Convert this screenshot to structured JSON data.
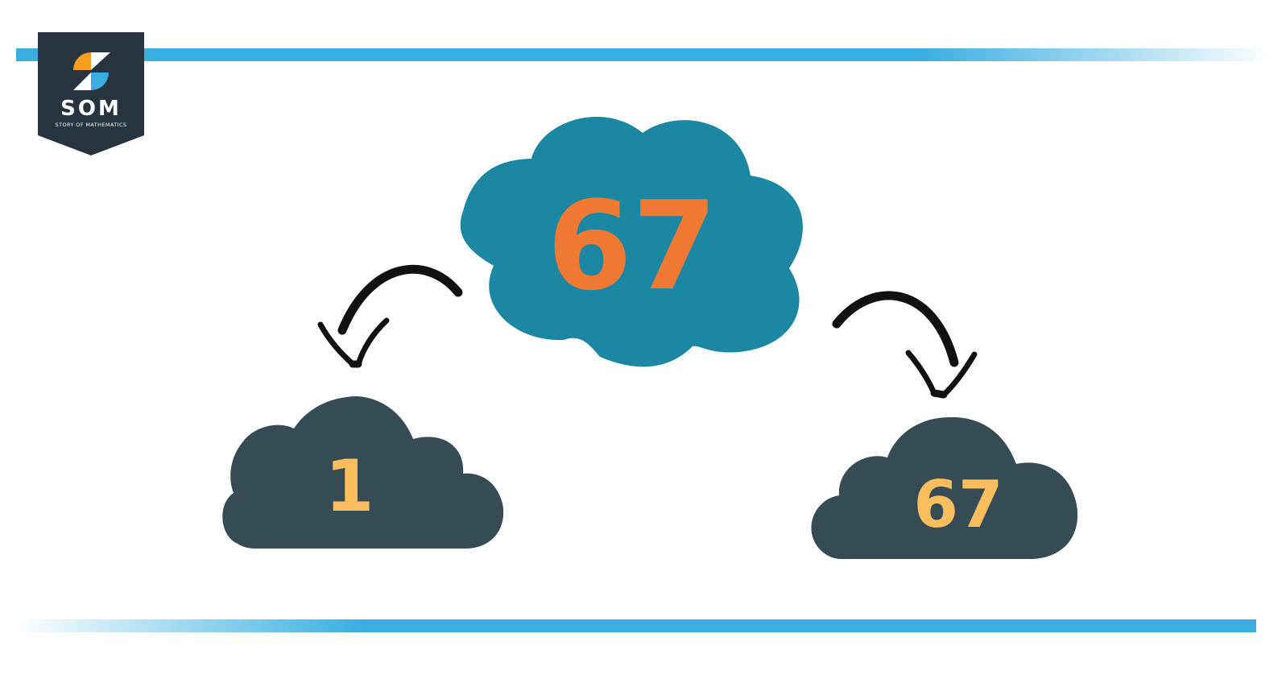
{
  "logo": {
    "name": "SOM",
    "tagline": "STORY OF MATHEMATICS"
  },
  "diagram": {
    "number": "67",
    "factors": [
      "1",
      "67"
    ]
  },
  "colors": {
    "band": "#3aaee0",
    "logo_bg": "#27343f",
    "top_cloud": "#1b87a2",
    "top_number": "#ef7933",
    "factor_cloud": "#354c54",
    "factor_number": "#fbbd5e",
    "arrow": "#111111"
  }
}
